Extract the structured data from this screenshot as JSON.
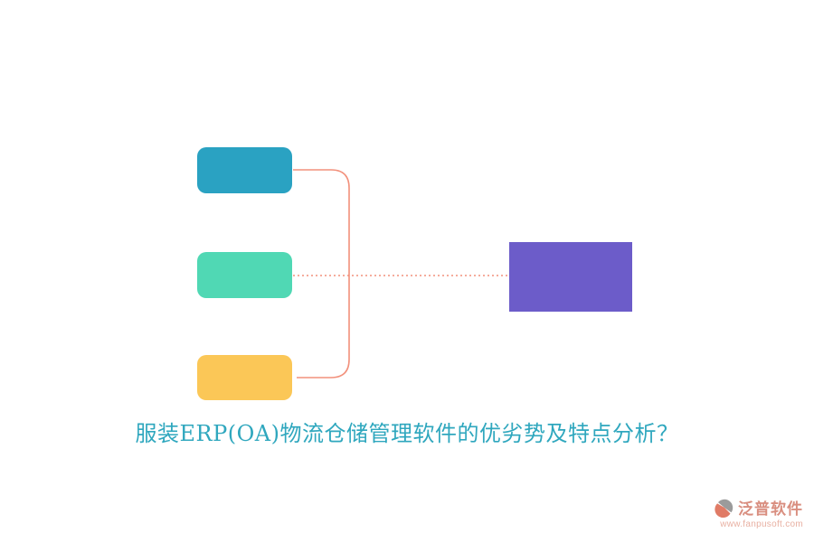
{
  "page": {
    "background": "#ffffff"
  },
  "diagram": {
    "left_nodes": [
      {
        "name": "top-node",
        "color": "#2AA2C2"
      },
      {
        "name": "middle-node",
        "color": "#50D8B4"
      },
      {
        "name": "bottom-node",
        "color": "#FBC757"
      }
    ],
    "right_node": {
      "color": "#6C5CC9"
    },
    "connector_color": "#F2907B"
  },
  "title": {
    "text": "服装ERP(OA)物流仓储管理软件的优劣势及特点分析？",
    "color": "#2FA7BE"
  },
  "logo": {
    "name": "泛普软件",
    "url": "www.fanpusoft.com",
    "icon_gray": "#9B9B9B",
    "icon_accent": "#E07B66",
    "text_color": "#D98E7F",
    "url_color": "#E8B0A2"
  }
}
